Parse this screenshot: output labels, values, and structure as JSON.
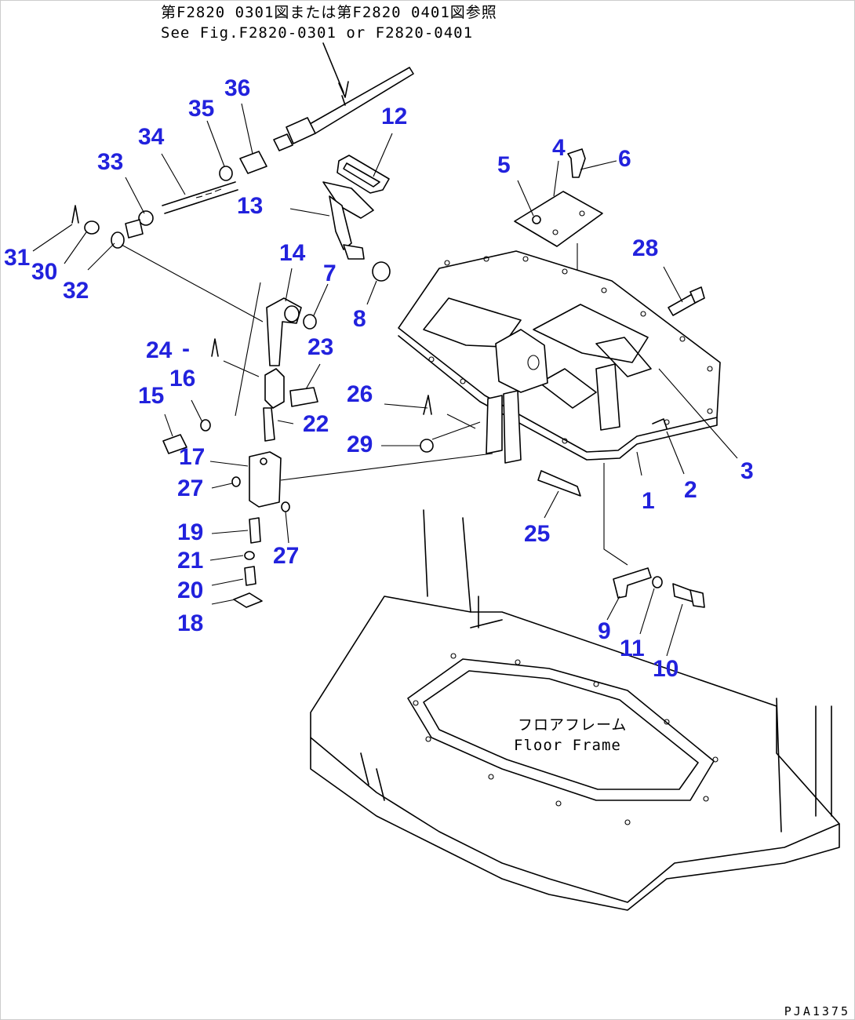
{
  "reference_note": {
    "japanese": "第F2820 0301図または第F2820 0401図参照",
    "english": "See Fig.F2820-0301 or F2820-0401"
  },
  "floor_frame": {
    "japanese": "フロアフレーム",
    "english": "Floor Frame"
  },
  "drawing_code": "PJA1375",
  "callouts": {
    "n1": "1",
    "n2": "2",
    "n3": "3",
    "n4": "4",
    "n5": "5",
    "n6": "6",
    "n7": "7",
    "n8": "8",
    "n9": "9",
    "n10": "10",
    "n11": "11",
    "n12": "12",
    "n13": "13",
    "n14": "14",
    "n15": "15",
    "n16": "16",
    "n17": "17",
    "n18": "18",
    "n19": "19",
    "n20": "20",
    "n21": "21",
    "n22": "22",
    "n23": "23",
    "n24": "24",
    "n25": "25",
    "n26": "26",
    "n27a": "27",
    "n27b": "27",
    "n28": "28",
    "n29": "29",
    "n30": "30",
    "n31": "31",
    "n32": "32",
    "n33": "33",
    "n34": "34",
    "n35": "35",
    "n36": "36"
  },
  "colors": {
    "callout": "#2222dd",
    "line": "#000000"
  }
}
